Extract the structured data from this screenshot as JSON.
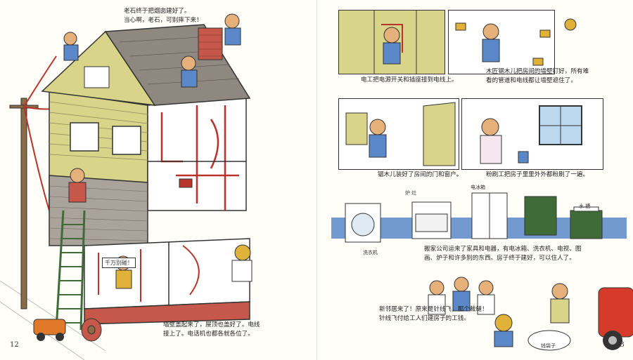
{
  "left_page": {
    "page_number": "12",
    "caption_top": "老石终于把烟囱建好了。\n当心啊，老石，可别摔下来！",
    "caption_bottom": "墙壁盖起来了，屋顶也盖好了。电线\n接上了。电话机也都各就各位了。",
    "sign_text": "千万别碰！"
  },
  "right_page": {
    "page_number": "13",
    "caption_electrician": "电工把电源开关和插座接到电线上。",
    "caption_carpenter": "木匠钢木儿把房间的墙壁钉好，所有难\n看的管道和电线都让墙壁遮住了。",
    "caption_doors": "锯木儿装好了房间的门和窗户。",
    "caption_painter": "粉刷工把房子里里外外都粉刷了一遍。",
    "caption_movers": "搬家公司运来了家具和电器，有电冰箱、洗衣机、电视、图\n画、炉子和许多别的东西。房子终于建好，可以住人了。",
    "caption_neighbor": "新邻居来了！原来是针线飞，那个裁缝！\n针线飞付给工人们建房子的工钱。",
    "label_stove": "炉 灶",
    "label_fridge": "电冰箱",
    "label_sink": "水 槽",
    "label_washer": "洗衣机",
    "label_moneybag": "钱袋子"
  },
  "colors": {
    "wall_yellow": "#d8d48a",
    "roof_gray": "#8e8880",
    "pipe_red": "#b8332b",
    "ladder_green": "#3f6b38",
    "fire_truck": "#d63a2a",
    "wall_blue": "#5a88c8"
  }
}
